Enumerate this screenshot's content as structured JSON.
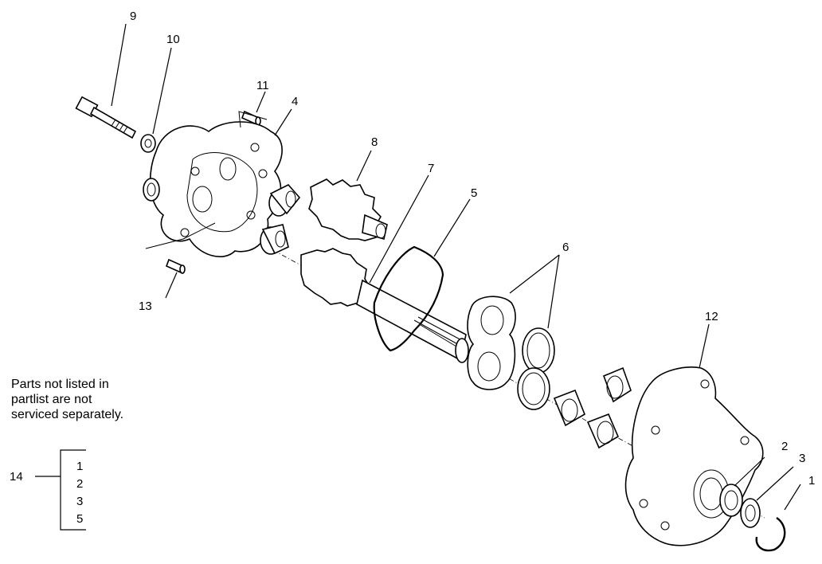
{
  "callouts": {
    "c1": "1",
    "c2": "2",
    "c3": "3",
    "c4": "4",
    "c5": "5",
    "c6": "6",
    "c7": "7",
    "c8": "8",
    "c9": "9",
    "c10": "10",
    "c11": "11",
    "c12": "12",
    "c13": "13"
  },
  "note": {
    "line1": "Parts not listed in",
    "line2": "partlist are not",
    "line3": "serviced separately."
  },
  "kit": {
    "label": "14",
    "items": [
      "1",
      "2",
      "3",
      "5"
    ]
  }
}
